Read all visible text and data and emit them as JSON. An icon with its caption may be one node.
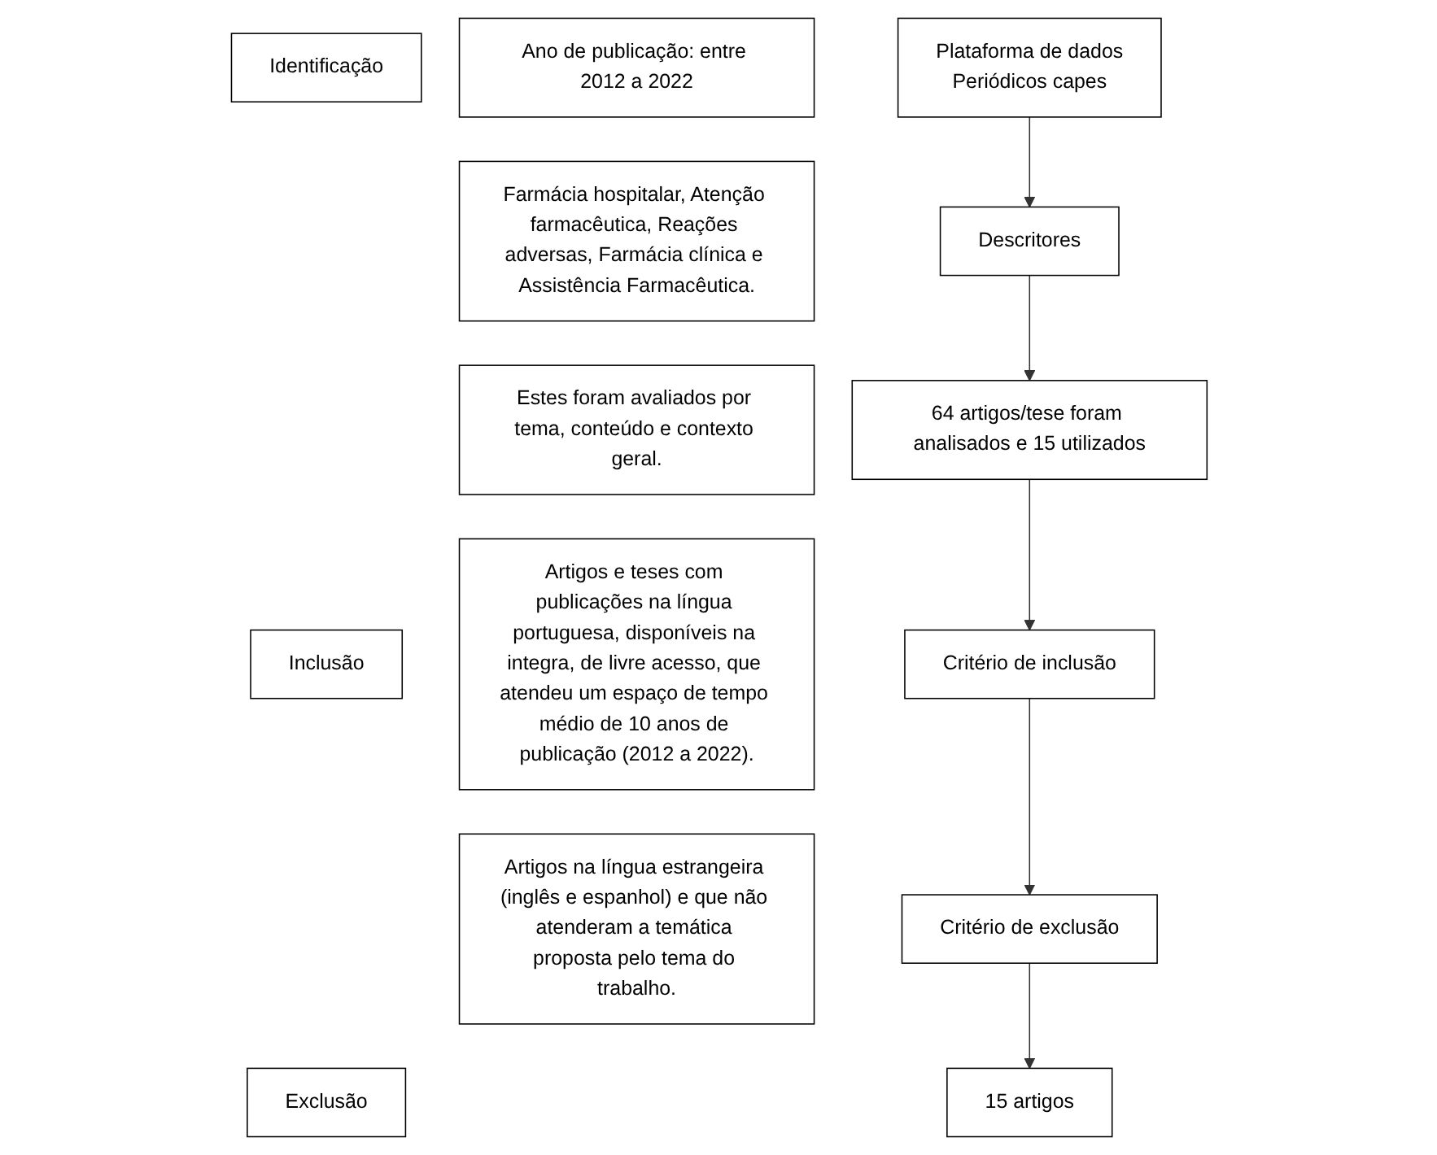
{
  "diagram": {
    "nodes": [
      {
        "text": [
          "Identificação"
        ]
      },
      {
        "text": [
          "Plataforma de dados",
          "Periódicos capes"
        ]
      },
      {
        "text": [
          "Ano de publicação: entre 2012 a 2022"
        ]
      },
      {
        "text": [
          "Descritores"
        ]
      },
      {
        "text": [
          "Farmácia hospitalar, Atenção farmacêutica, Reações adversas, Farmácia clínica e Assistência Farmacêutica."
        ]
      },
      {
        "text": [
          "64 artigos/tese foram analisados e 15 utilizados"
        ]
      },
      {
        "text": [
          "Estes foram avaliados por tema, conteúdo e contexto geral."
        ]
      },
      {
        "text": [
          "Inclusão"
        ]
      },
      {
        "text": [
          "Critério de inclusão"
        ]
      },
      {
        "text": [
          "Artigos e teses com publicações na língua portuguesa, disponíveis na integra, de livre acesso, que atendeu um espaço de tempo médio de 10 anos de publicação (2012 a 2022)."
        ]
      },
      {
        "text": [
          "Critério de exclusão"
        ]
      },
      {
        "text": [
          "Artigos na língua estrangeira (inglês e espanhol) e que não atenderam a temática proposta pelo tema do trabalho."
        ]
      },
      {
        "text": [
          "Exclusão"
        ]
      },
      {
        "text": [
          "15 artigos"
        ]
      }
    ],
    "edges": [
      {
        "from": 1,
        "to": 3,
        "arrow": "to"
      },
      {
        "from": 3,
        "to": 5,
        "arrow": "to"
      },
      {
        "from": 5,
        "to": 8,
        "arrow": "to"
      },
      {
        "from": 8,
        "to": 10,
        "arrow": "to"
      },
      {
        "from": 10,
        "to": 13,
        "arrow": "to"
      }
    ]
  }
}
